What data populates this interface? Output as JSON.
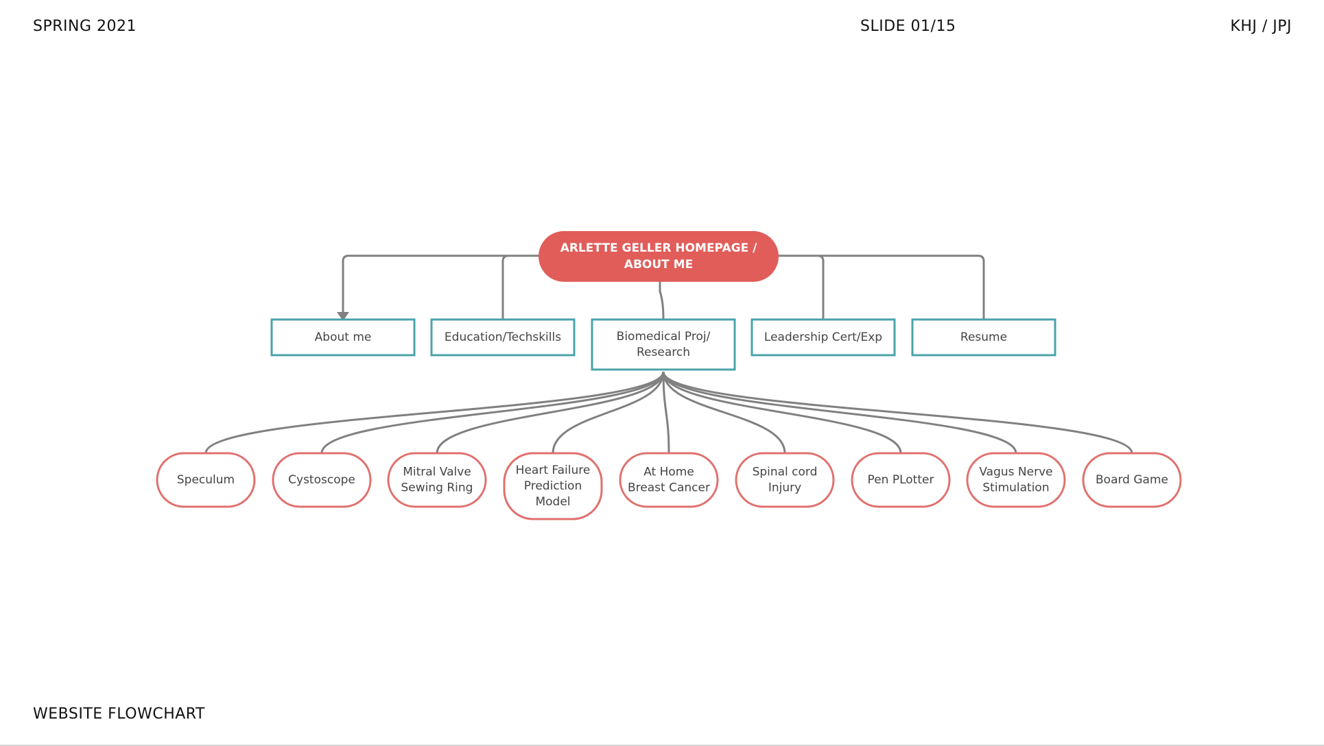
{
  "header": {
    "season": "SPRING 2021",
    "slide": "SLIDE  01/15",
    "authors": "KHJ / JPJ"
  },
  "footer": {
    "title": "WEBSITE FLOWCHART"
  },
  "colors": {
    "root_fill": "#e05d5a",
    "level1_stroke": "#4aa3aa",
    "level2_stroke": "#e0706d",
    "connector": "#808080"
  },
  "flowchart": {
    "root": {
      "lines": [
        "ARLETTE GELLER HOMEPAGE /",
        "ABOUT ME"
      ]
    },
    "level1": [
      {
        "id": "about",
        "lines": [
          "About me"
        ]
      },
      {
        "id": "education",
        "lines": [
          "Education/Techskills"
        ]
      },
      {
        "id": "biomed",
        "lines": [
          "Biomedical Proj/",
          "Research"
        ]
      },
      {
        "id": "leadership",
        "lines": [
          "Leadership Cert/Exp"
        ]
      },
      {
        "id": "resume",
        "lines": [
          "Resume"
        ]
      }
    ],
    "level2": [
      {
        "id": "speculum",
        "lines": [
          "Speculum"
        ]
      },
      {
        "id": "cystoscope",
        "lines": [
          "Cystoscope"
        ]
      },
      {
        "id": "mitral",
        "lines": [
          "Mitral Valve",
          "Sewing Ring"
        ]
      },
      {
        "id": "heart",
        "lines": [
          "Heart Failure",
          "Prediction",
          "Model"
        ]
      },
      {
        "id": "athome",
        "lines": [
          "At Home",
          "Breast Cancer"
        ]
      },
      {
        "id": "spinal",
        "lines": [
          "Spinal cord",
          "Injury"
        ]
      },
      {
        "id": "pen",
        "lines": [
          "Pen PLotter"
        ]
      },
      {
        "id": "vagus",
        "lines": [
          "Vagus Nerve",
          "Stimulation"
        ]
      },
      {
        "id": "board",
        "lines": [
          "Board Game"
        ]
      }
    ]
  }
}
